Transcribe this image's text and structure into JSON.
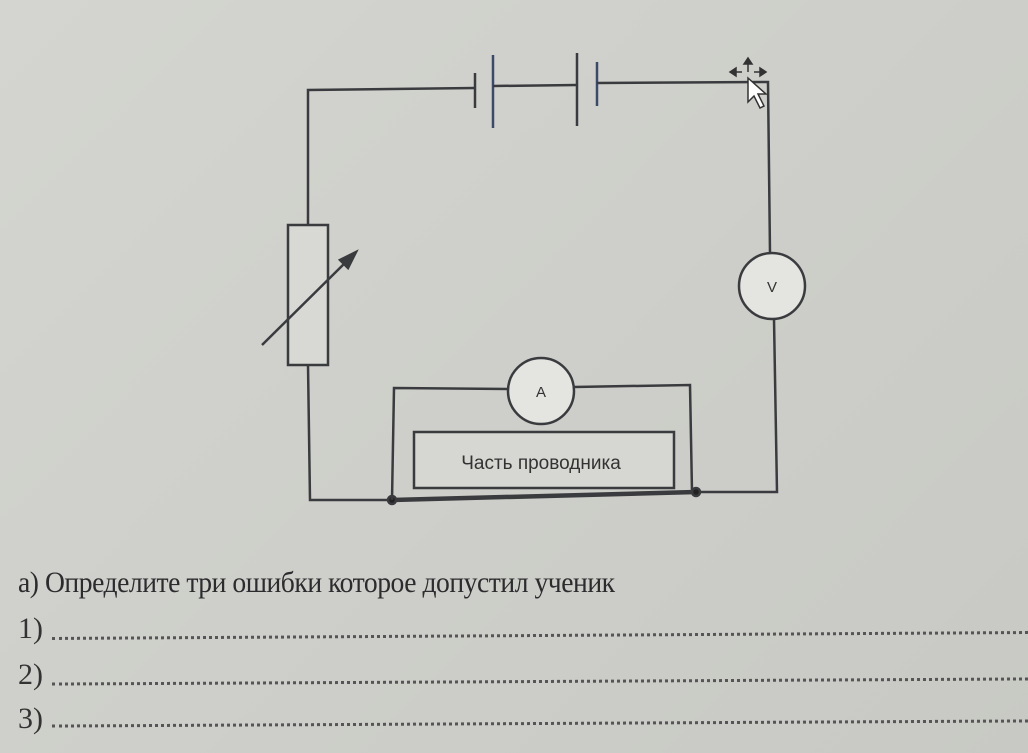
{
  "diagram": {
    "voltmeter_label": "V",
    "ammeter_label": "A",
    "conductor_label": "Часть проводника"
  },
  "question": {
    "prompt": "а) Определите три ошибки которое допустил ученик",
    "answers": [
      {
        "number": "1)"
      },
      {
        "number": "2)"
      },
      {
        "number": "3)"
      }
    ]
  },
  "colors": {
    "line": "#3a3b3e",
    "paper": "#d0d1cc"
  }
}
